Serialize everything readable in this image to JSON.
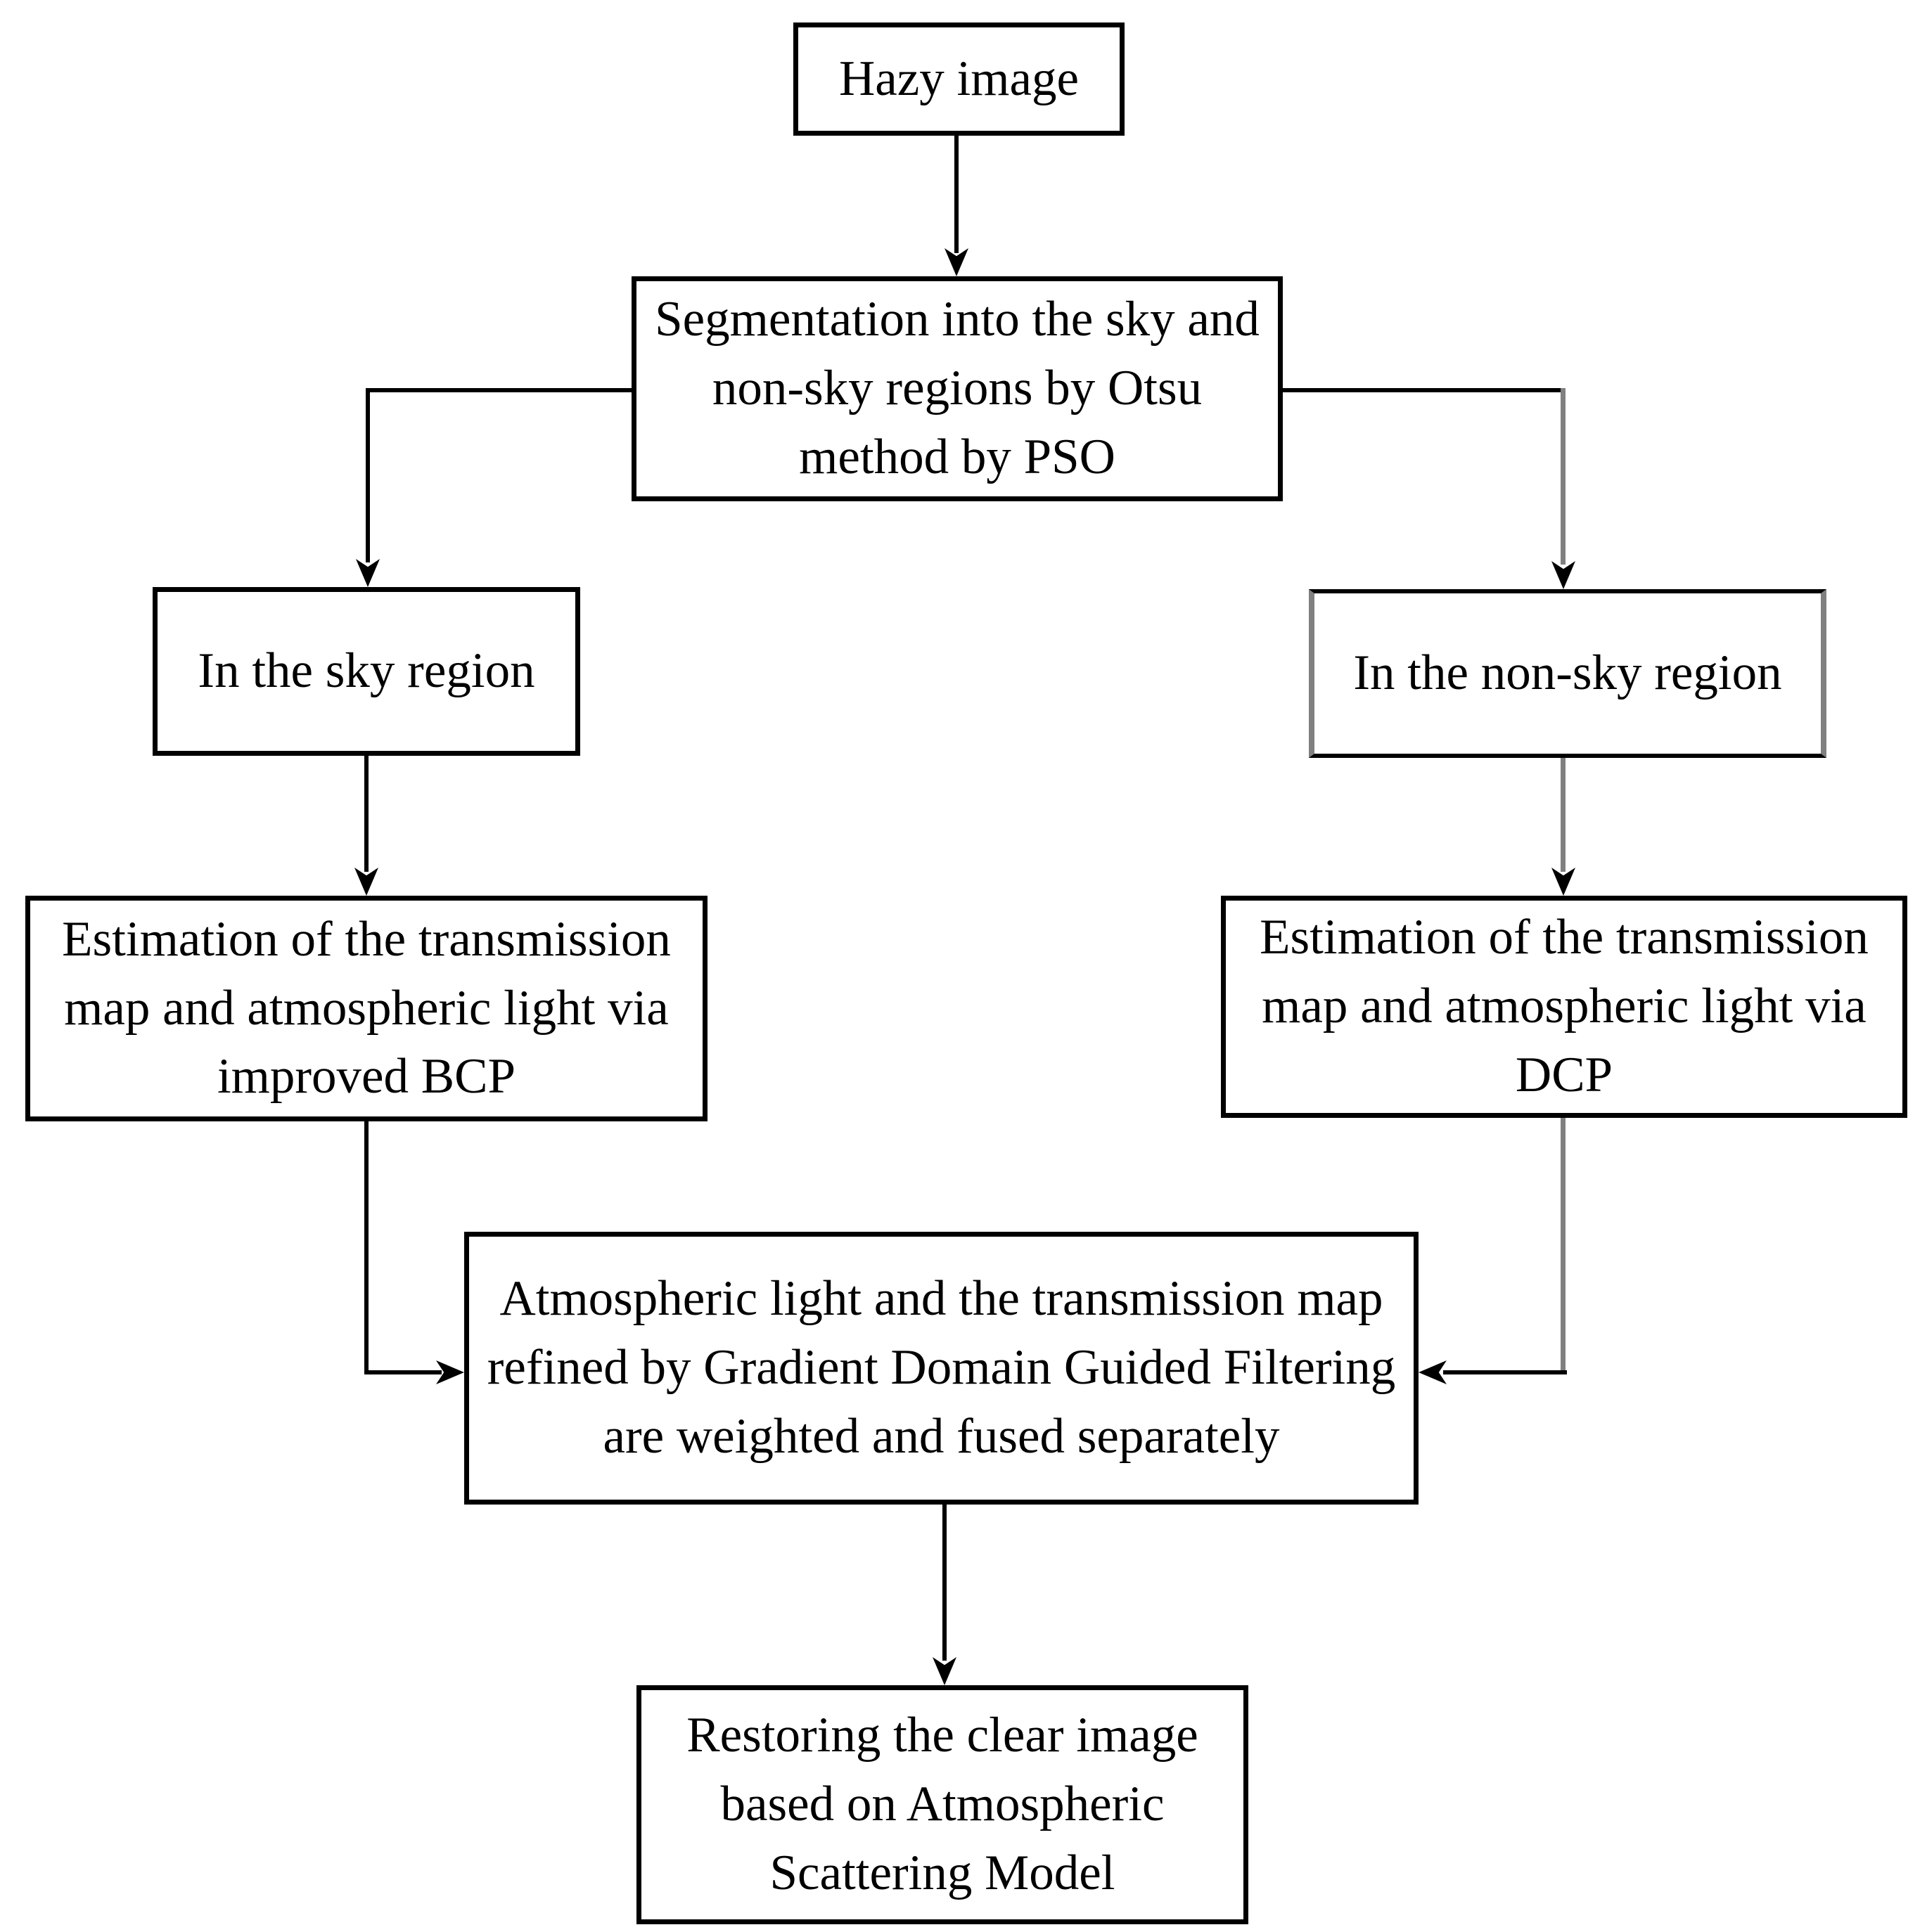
{
  "diagram": {
    "type": "flowchart",
    "background_color": "#ffffff",
    "text_color": "#000000",
    "primary_line_color": "#000000",
    "secondary_line_color": "#808080",
    "nodes": [
      {
        "id": "hazy-image",
        "label": "Hazy image"
      },
      {
        "id": "segmentation",
        "label": "Segmentation into the sky and\nnon-sky regions by Otsu\nmethod by PSO"
      },
      {
        "id": "sky-region",
        "label": "In the sky region"
      },
      {
        "id": "non-sky-region",
        "label": "In the non-sky region"
      },
      {
        "id": "bcp-estimation",
        "label": "Estimation of the transmission\nmap and atmospheric light via\nimproved BCP"
      },
      {
        "id": "dcp-estimation",
        "label": "Estimation of the transmission\nmap and atmospheric light via\nDCP"
      },
      {
        "id": "fusion",
        "label": "Atmospheric light and the transmission map\nrefined by Gradient Domain Guided Filtering\nare weighted and fused separately"
      },
      {
        "id": "restoration",
        "label": "Restoring the clear image\nbased on Atmospheric\nScattering Model"
      }
    ],
    "edges": [
      {
        "from": "hazy-image",
        "to": "segmentation",
        "type": "arrow"
      },
      {
        "from": "segmentation",
        "to": "sky-region",
        "type": "arrow"
      },
      {
        "from": "segmentation",
        "to": "non-sky-region",
        "type": "arrow"
      },
      {
        "from": "sky-region",
        "to": "bcp-estimation",
        "type": "arrow"
      },
      {
        "from": "non-sky-region",
        "to": "dcp-estimation",
        "type": "arrow"
      },
      {
        "from": "bcp-estimation",
        "to": "fusion",
        "type": "arrow"
      },
      {
        "from": "dcp-estimation",
        "to": "fusion",
        "type": "arrow"
      },
      {
        "from": "fusion",
        "to": "restoration",
        "type": "arrow"
      }
    ]
  }
}
